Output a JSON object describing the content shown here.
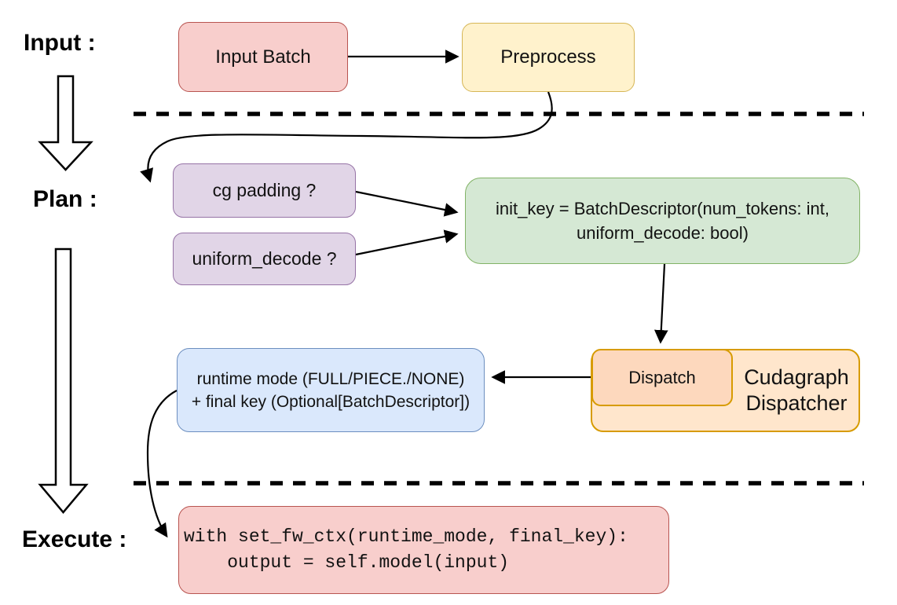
{
  "stage_labels": {
    "input": "Input :",
    "plan": "Plan :",
    "execute": "Execute :"
  },
  "nodes": {
    "input_batch": {
      "label": "Input Batch"
    },
    "preprocess": {
      "label": "Preprocess"
    },
    "cg_padding": {
      "label": "cg padding ?"
    },
    "uniform_decode": {
      "label": "uniform_decode ?"
    },
    "init_key": {
      "line1": "init_key = BatchDescriptor(num_tokens: int,",
      "line2": "uniform_decode: bool)"
    },
    "dispatch": {
      "label": "Dispatch"
    },
    "cudagraph_dispatcher": {
      "line1": "Cudagraph",
      "line2": "Dispatcher"
    },
    "runtime_result": {
      "line1": "runtime mode (FULL/PIECE./NONE)",
      "line2": "+ final key (Optional[BatchDescriptor])"
    },
    "execute_code": {
      "line1": "with set_fw_ctx(runtime_mode, final_key):",
      "line2": "    output = self.model(input)"
    }
  },
  "colors": {
    "red_fill": "#f8cecc",
    "red_stroke": "#b85450",
    "yellow_fill": "#fff2cc",
    "yellow_stroke": "#d6b656",
    "purple_fill": "#e1d5e7",
    "purple_stroke": "#9673a6",
    "green_fill": "#d5e8d4",
    "green_stroke": "#82b366",
    "orange_outer_fill": "#ffe6cc",
    "orange_inner_fill": "#fdd8bd",
    "orange_stroke": "#d79b00",
    "blue_fill": "#dae8fc",
    "blue_stroke": "#6c8ebf",
    "connector": "#000000"
  }
}
